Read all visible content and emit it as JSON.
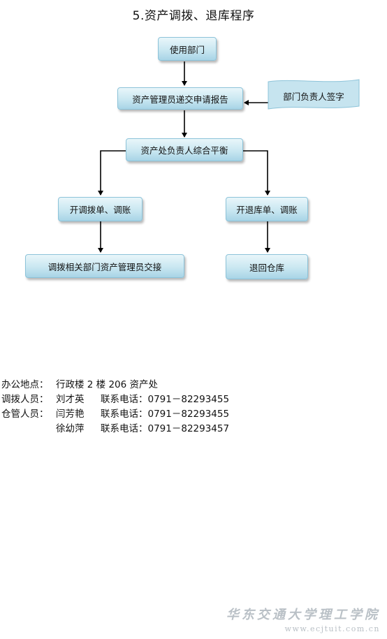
{
  "title": "5.资产调拨、退库程序",
  "flow": {
    "dept": "使用部门",
    "manager_submit": "资产管理员递交申请报告",
    "dept_head_sign": "部门负责人签字",
    "office_head": "资产处负责人综合平衡",
    "transfer_doc": "开调拨单、调账",
    "return_doc": "开退库单、调账",
    "transfer_handover": "调拨相关部门资产管理员交接",
    "return_warehouse": "退回仓库"
  },
  "contact": {
    "location_label": "办公地点：",
    "location": "行政楼 2 楼 206 资产处",
    "transfer_label": "调拨人员：",
    "transfer_name": "刘才英",
    "transfer_phone_label": "联系电话：",
    "transfer_phone": "0791－82293455",
    "storage_label": "仓管人员：",
    "storage_name1": "闫芳艳",
    "storage_phone1_label": "联系电话：",
    "storage_phone1": "0791－82293455",
    "storage_name2": "徐幼萍",
    "storage_phone2_label": "联系电话：",
    "storage_phone2": "0791－82293457"
  },
  "watermark": {
    "name": "华东交通大学理工学院",
    "url": "www.ecjtuit.com.cn"
  },
  "colors": {
    "box_top": "#e9f6fa",
    "box_bottom": "#a8d4e6",
    "box_border": "#8cc3d9",
    "arrow": "#000000"
  }
}
